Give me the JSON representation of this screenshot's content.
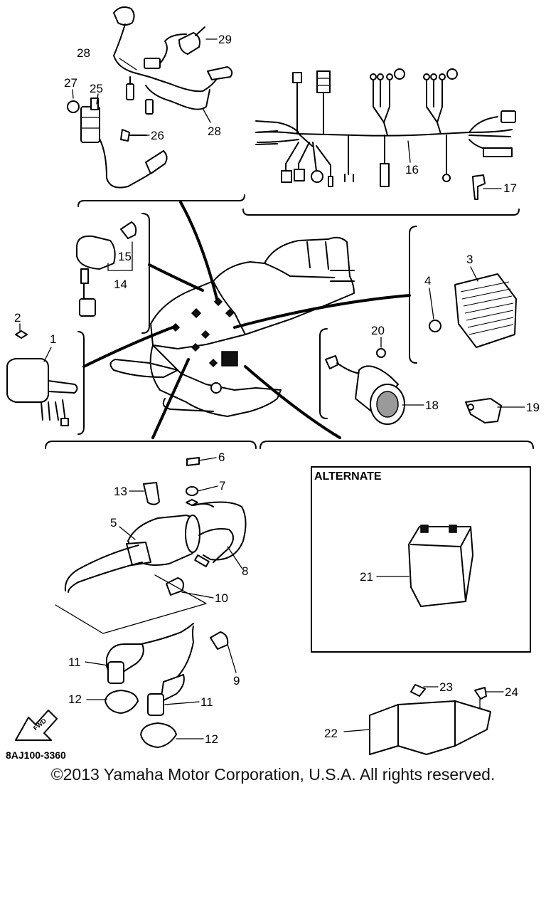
{
  "diagram": {
    "diagram_code": "8AJ100-3360",
    "alternate_title": "ALTERNATE",
    "front_arrow_label": "FWD",
    "callouts": [
      {
        "id": "c1",
        "text": "1"
      },
      {
        "id": "c2",
        "text": "2"
      },
      {
        "id": "c3",
        "text": "3"
      },
      {
        "id": "c4",
        "text": "4"
      },
      {
        "id": "c5",
        "text": "5"
      },
      {
        "id": "c6",
        "text": "6"
      },
      {
        "id": "c7",
        "text": "7"
      },
      {
        "id": "c8",
        "text": "8"
      },
      {
        "id": "c9",
        "text": "9"
      },
      {
        "id": "c10",
        "text": "10"
      },
      {
        "id": "c11a",
        "text": "11"
      },
      {
        "id": "c11b",
        "text": "11"
      },
      {
        "id": "c12a",
        "text": "12"
      },
      {
        "id": "c12b",
        "text": "12"
      },
      {
        "id": "c13",
        "text": "13"
      },
      {
        "id": "c14",
        "text": "14"
      },
      {
        "id": "c15",
        "text": "15"
      },
      {
        "id": "c16",
        "text": "16"
      },
      {
        "id": "c17",
        "text": "17"
      },
      {
        "id": "c18",
        "text": "18"
      },
      {
        "id": "c19",
        "text": "19"
      },
      {
        "id": "c20",
        "text": "20"
      },
      {
        "id": "c21",
        "text": "21"
      },
      {
        "id": "c22",
        "text": "22"
      },
      {
        "id": "c23",
        "text": "23"
      },
      {
        "id": "c24",
        "text": "24"
      },
      {
        "id": "c25",
        "text": "25"
      },
      {
        "id": "c26",
        "text": "26"
      },
      {
        "id": "c27",
        "text": "27"
      },
      {
        "id": "c28a",
        "text": "28"
      },
      {
        "id": "c28b",
        "text": "28"
      },
      {
        "id": "c29",
        "text": "29"
      }
    ]
  },
  "footer": {
    "copyright": "©2013 Yamaha Motor Corporation, U.S.A. All rights reserved."
  }
}
